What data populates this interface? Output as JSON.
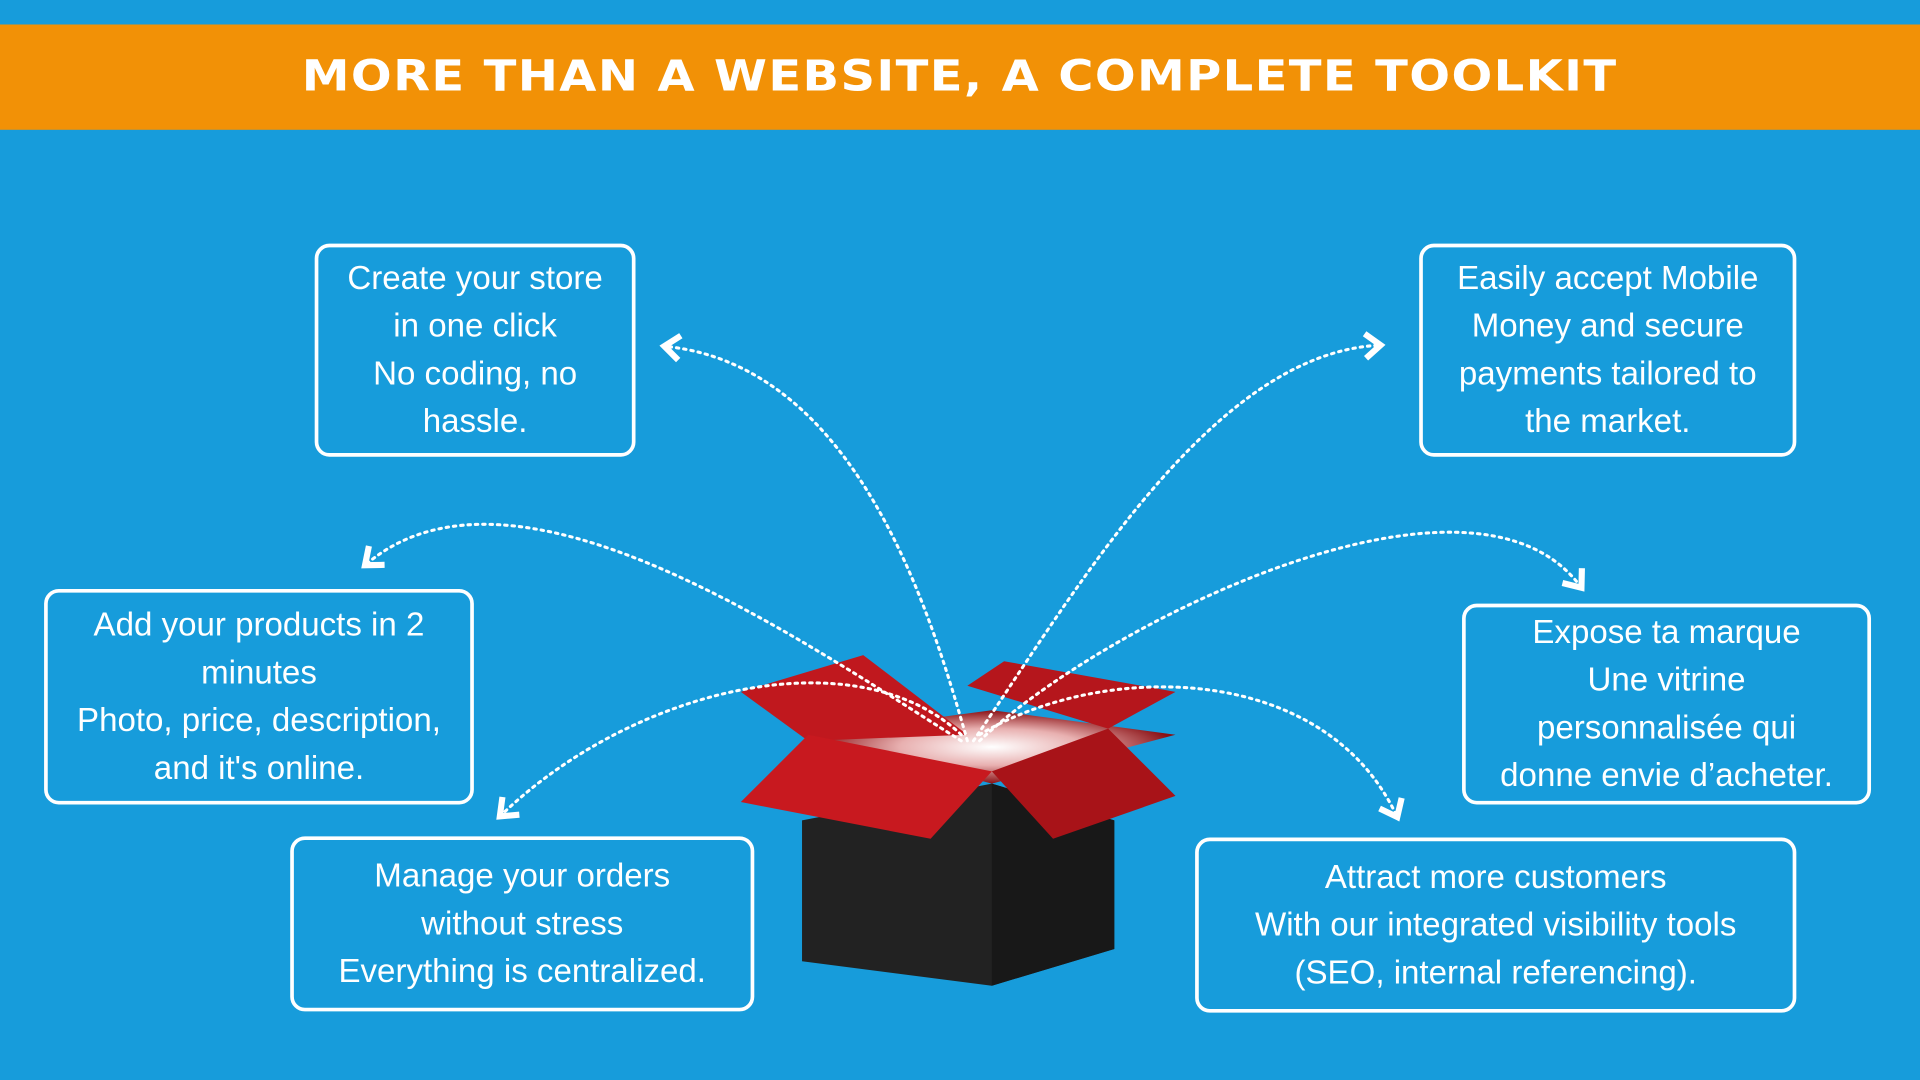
{
  "title": "MORE THAN A WEBSITE, A COMPLETE TOOLKIT",
  "features": [
    {
      "lines": [
        "Create your store",
        "in one click",
        "No coding, no",
        "hassle."
      ]
    },
    {
      "lines": [
        "Easily accept Mobile",
        "Money and secure",
        "payments tailored to",
        "the market."
      ]
    },
    {
      "lines": [
        "Add your products in 2",
        "minutes",
        "Photo, price, description,",
        "and it's online."
      ]
    },
    {
      "lines": [
        "Expose ta marque",
        "Une vitrine",
        "personnalisée qui",
        "donne envie d’acheter."
      ]
    },
    {
      "lines": [
        "Manage your orders",
        "without stress",
        "Everything is centralized."
      ]
    },
    {
      "lines": [
        "Attract more customers",
        "With our integrated visibility tools",
        "(SEO, internal referencing)."
      ]
    }
  ],
  "colors": {
    "background": "#179cdb",
    "banner": "#f29106",
    "box_red": "#c0181e",
    "box_body": "#222222"
  }
}
